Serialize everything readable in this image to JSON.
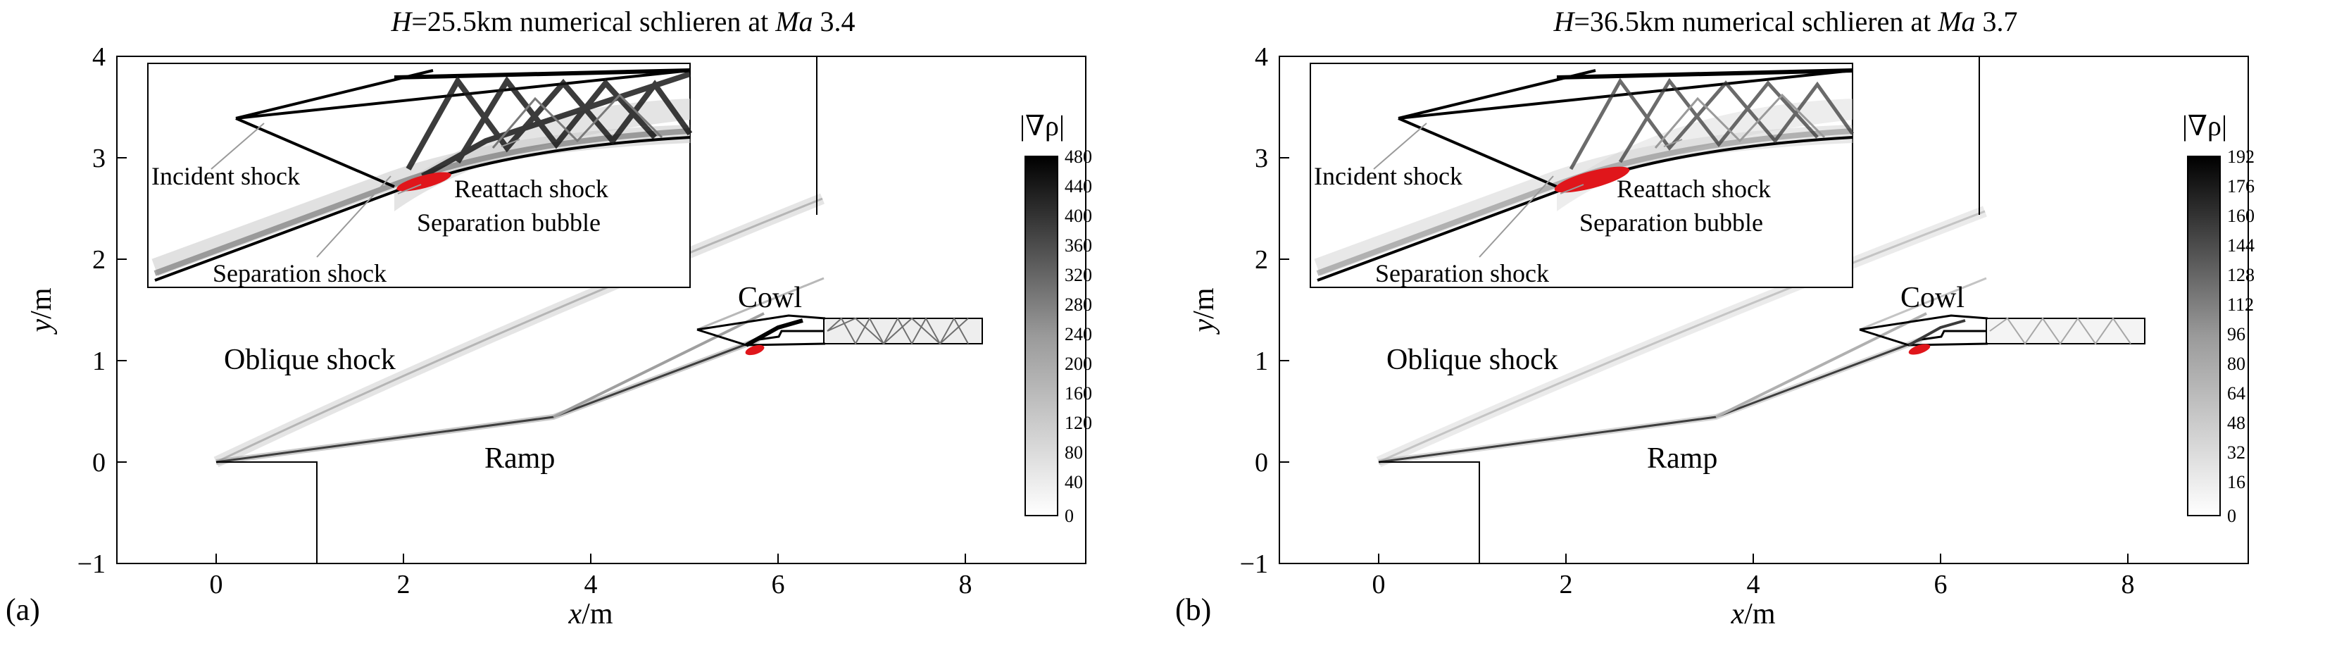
{
  "panels": [
    {
      "letter": "(a)",
      "title": {
        "var": "H",
        "value": "=25.5km numerical schlieren at ",
        "ma": "Ma",
        "ma_value": " 3.4"
      },
      "xlabel": {
        "var": "x",
        "unit": "/m"
      },
      "ylabel": {
        "var": "y",
        "unit": "/m"
      },
      "x_ticks": [
        "0",
        "2",
        "4",
        "6",
        "8"
      ],
      "y_ticks": [
        "4",
        "3",
        "2",
        "1",
        "0",
        "−1"
      ],
      "colorbar": {
        "title": "|∇ρ|",
        "ticks": [
          "480",
          "440",
          "400",
          "360",
          "320",
          "280",
          "240",
          "200",
          "160",
          "120",
          "80",
          "40",
          "0"
        ]
      },
      "labels": {
        "oblique": "Oblique shock",
        "ramp": "Ramp",
        "cowl": "Cowl",
        "incident": "Incident shock",
        "reattach": "Reattach shock",
        "bubble": "Separation bubble",
        "separation": "Separation shock"
      }
    },
    {
      "letter": "(b)",
      "title": {
        "var": "H",
        "value": "=36.5km numerical schlieren at ",
        "ma": "Ma",
        "ma_value": " 3.7"
      },
      "xlabel": {
        "var": "x",
        "unit": "/m"
      },
      "ylabel": {
        "var": "y",
        "unit": "/m"
      },
      "x_ticks": [
        "0",
        "2",
        "4",
        "6",
        "8"
      ],
      "y_ticks": [
        "4",
        "3",
        "2",
        "1",
        "0",
        "−1"
      ],
      "colorbar": {
        "title": "|∇ρ|",
        "ticks": [
          "192",
          "176",
          "160",
          "144",
          "128",
          "112",
          "96",
          "80",
          "64",
          "48",
          "32",
          "16",
          "0"
        ]
      },
      "labels": {
        "oblique": "Oblique shock",
        "ramp": "Ramp",
        "cowl": "Cowl",
        "incident": "Incident shock",
        "reattach": "Reattach shock",
        "bubble": "Separation bubble",
        "separation": "Separation shock"
      }
    }
  ],
  "colors": {
    "bubble": "#e0161b",
    "ink": "#000000"
  }
}
